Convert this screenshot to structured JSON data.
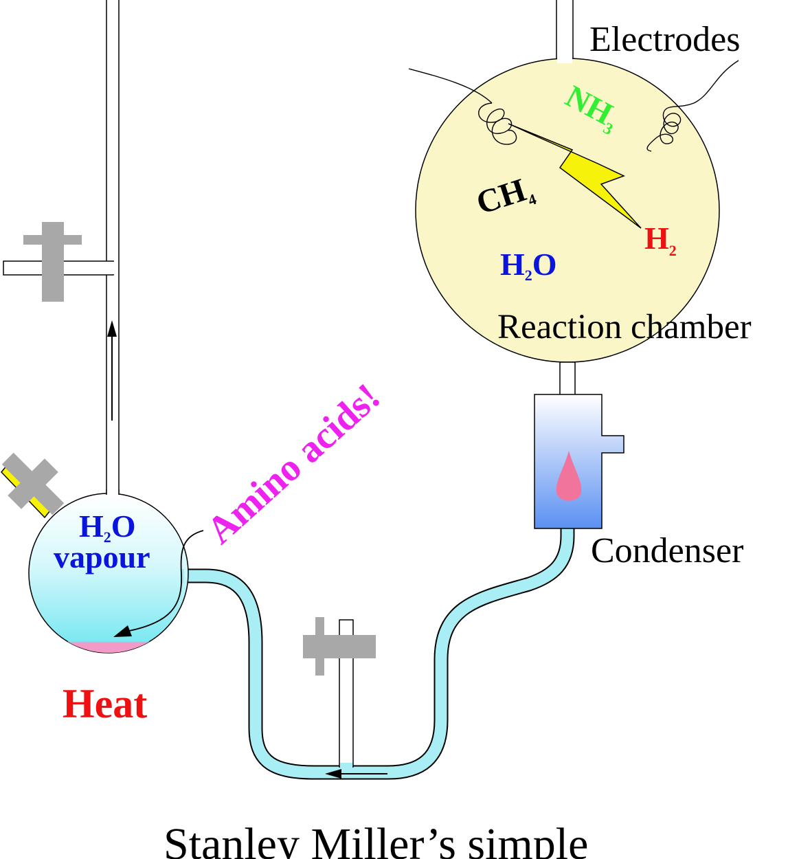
{
  "labels": {
    "electrodes": "Electrodes",
    "reaction_chamber": "Reaction chamber",
    "condenser": "Condenser",
    "heat": "Heat",
    "amino_acids": "Amino acids!",
    "vapour": "vapour",
    "caption": "Stanley Miller’s simple"
  },
  "molecules": {
    "nh3": {
      "main": "NH",
      "sub": "3"
    },
    "ch4": {
      "main": "CH",
      "sub": "4"
    },
    "h2": {
      "main": "H",
      "sub": "2"
    },
    "h2o_chamber": {
      "pre": "H",
      "sub": "2",
      "post": "O"
    },
    "h2o_flask": {
      "pre": "H",
      "sub": "2",
      "post": "O"
    }
  },
  "colors": {
    "nh3": "#33ee33",
    "ch4": "#000000",
    "h2": "#ee1111",
    "h2o": "#0a14dd",
    "amino_acids": "#ee22ee",
    "heat": "#ee1111",
    "chamber_fill": "#faf6c8",
    "tube_fill": "#a8eef4",
    "stopcock": "#a8a8a8",
    "spark": "#f6f20a",
    "droplet": "#f0749c",
    "residue": "#f29ac8"
  }
}
